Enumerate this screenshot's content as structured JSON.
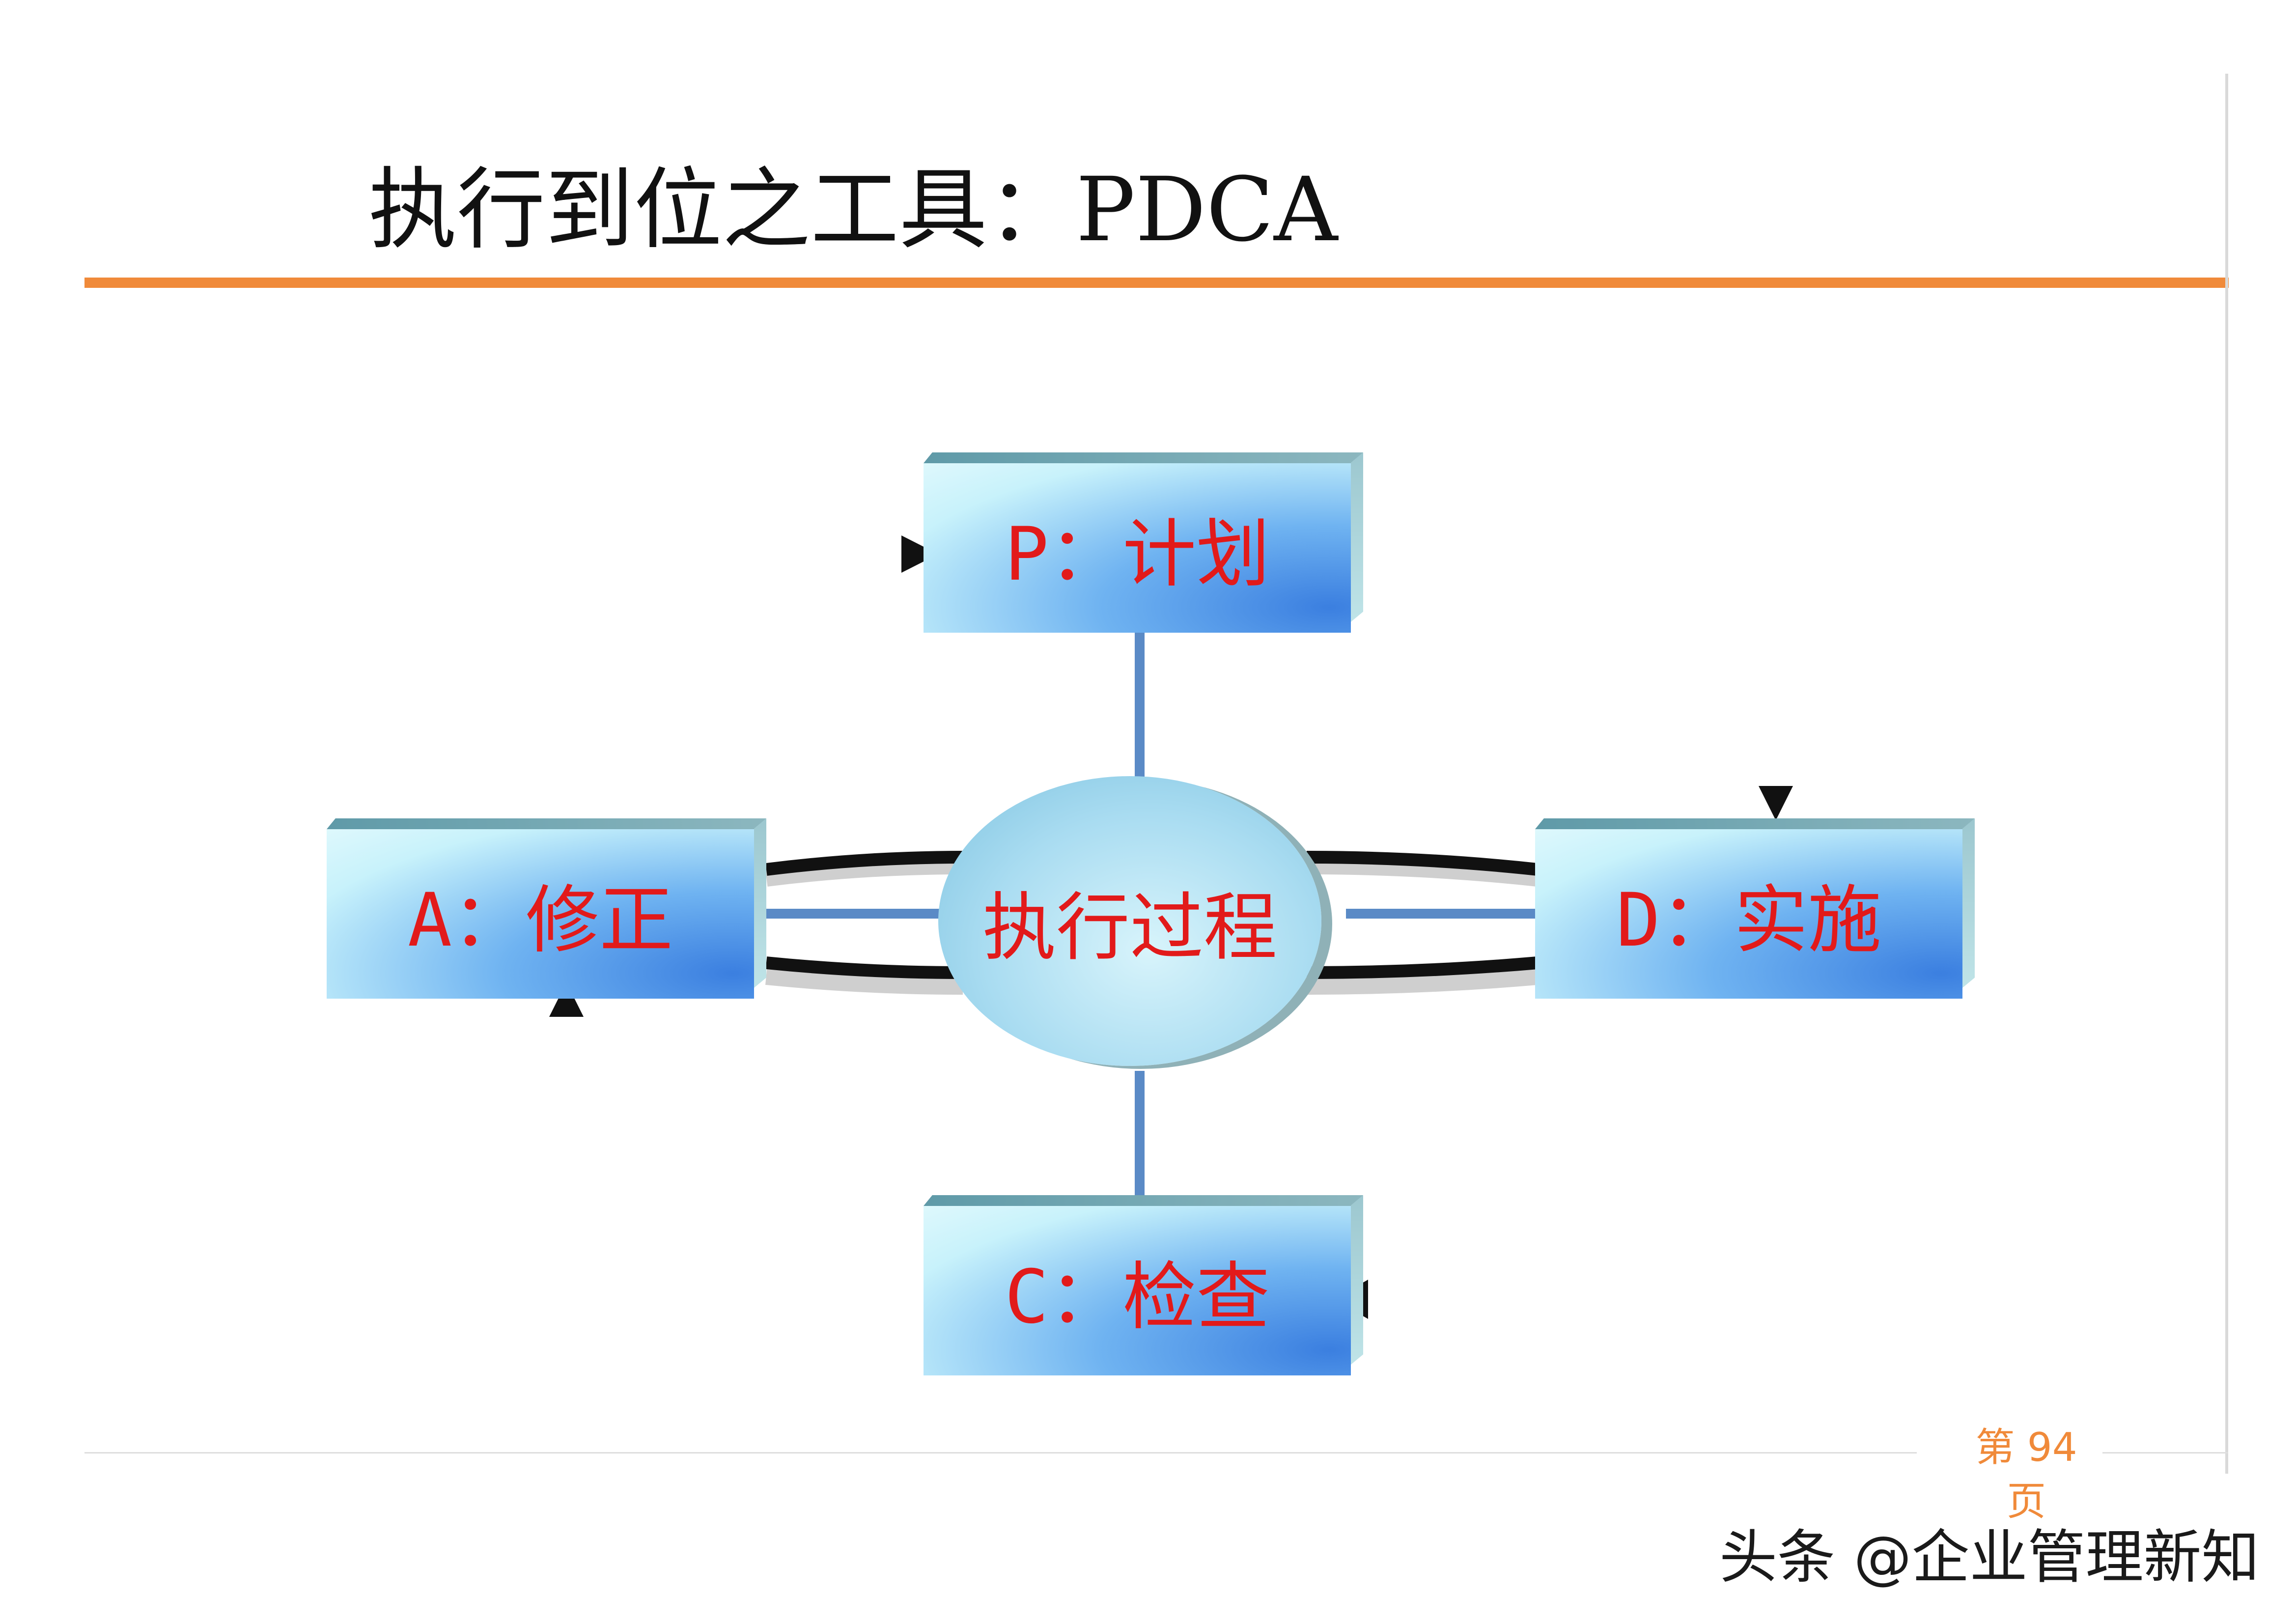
{
  "slide": {
    "title": "执行到位之工具：PDCA",
    "page_number": "第 94 页",
    "watermark": "头条 @企业管理新知"
  },
  "diagram": {
    "center": "执行过程",
    "plan": "P：计划",
    "do": "D：实施",
    "check": "C：检查",
    "act": "A：修正"
  },
  "colors": {
    "accent": "#f08a3a",
    "label_red": "#e21a1a",
    "connector_blue": "#5a8ac6"
  }
}
